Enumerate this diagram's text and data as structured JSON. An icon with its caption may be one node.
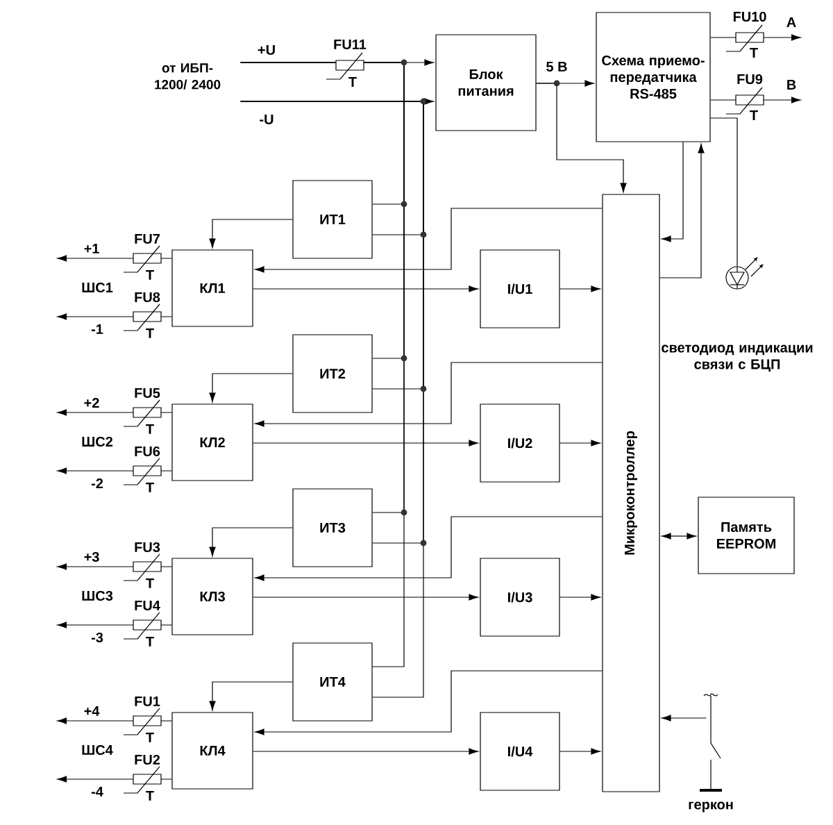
{
  "diagram": {
    "nodes": [
      {
        "text": [
          "от ИБП-1200/ 2400"
        ]
      },
      {
        "text": [
          "Блок питания"
        ]
      },
      {
        "text": [
          "Схема приемо-передатчика RS-485"
        ]
      },
      {
        "text": [
          "Микроконтроллер"
        ]
      },
      {
        "text": [
          "Память EEPROM"
        ]
      },
      {
        "text": [
          "ИТ1"
        ]
      },
      {
        "text": [
          "ИТ2"
        ]
      },
      {
        "text": [
          "ИТ3"
        ]
      },
      {
        "text": [
          "ИТ4"
        ]
      },
      {
        "text": [
          "КЛ1"
        ]
      },
      {
        "text": [
          "КЛ2"
        ]
      },
      {
        "text": [
          "КЛ3"
        ]
      },
      {
        "text": [
          "КЛ4"
        ]
      },
      {
        "text": [
          "I/U1"
        ]
      },
      {
        "text": [
          "I/U2"
        ]
      },
      {
        "text": [
          "I/U3"
        ]
      },
      {
        "text": [
          "I/U4"
        ]
      },
      {
        "text": [],
        "shape": "circle"
      },
      {
        "text": [],
        "shape": "picture"
      }
    ],
    "edges": [
      {
        "from": 0,
        "to": 1,
        "arrow": "to",
        "label": "+U"
      },
      {
        "from": 0,
        "to": 1,
        "arrow": "to",
        "label": "-U"
      },
      {
        "from": 1,
        "to": 2,
        "arrow": "to",
        "label": "5 В"
      },
      {
        "from": 1,
        "to": 3,
        "arrow": "to"
      },
      {
        "from": 2,
        "to": 3,
        "arrow": "to"
      },
      {
        "from": 3,
        "to": 2,
        "arrow": "to"
      },
      {
        "from": 2,
        "to": null,
        "arrow": "to",
        "label": "A"
      },
      {
        "from": 2,
        "to": null,
        "arrow": "to",
        "label": "B"
      },
      {
        "from": 2,
        "to": 17,
        "arrow": "none"
      },
      {
        "from": 3,
        "to": 4,
        "arrow": "both"
      },
      {
        "from": 18,
        "to": 3,
        "arrow": "to"
      },
      {
        "from": 0,
        "to": 5,
        "arrow": "none"
      },
      {
        "from": 0,
        "to": 5,
        "arrow": "none"
      },
      {
        "from": 5,
        "to": 9,
        "arrow": "to"
      },
      {
        "from": 3,
        "to": 9,
        "arrow": "to"
      },
      {
        "from": 9,
        "to": 13,
        "arrow": "to"
      },
      {
        "from": 13,
        "to": 3,
        "arrow": "to"
      },
      {
        "from": 9,
        "to": null,
        "arrow": "to",
        "label": "+1"
      },
      {
        "from": 9,
        "to": null,
        "arrow": "to",
        "label": "-1"
      },
      {
        "from": 0,
        "to": 6,
        "arrow": "none"
      },
      {
        "from": 0,
        "to": 6,
        "arrow": "none"
      },
      {
        "from": 6,
        "to": 10,
        "arrow": "to"
      },
      {
        "from": 3,
        "to": 10,
        "arrow": "to"
      },
      {
        "from": 10,
        "to": 14,
        "arrow": "to"
      },
      {
        "from": 14,
        "to": 3,
        "arrow": "to"
      },
      {
        "from": 10,
        "to": null,
        "arrow": "to",
        "label": "+2"
      },
      {
        "from": 10,
        "to": null,
        "arrow": "to",
        "label": "-2"
      },
      {
        "from": 0,
        "to": 7,
        "arrow": "none"
      },
      {
        "from": 0,
        "to": 7,
        "arrow": "none"
      },
      {
        "from": 7,
        "to": 11,
        "arrow": "to"
      },
      {
        "from": 3,
        "to": 11,
        "arrow": "to"
      },
      {
        "from": 11,
        "to": 15,
        "arrow": "to"
      },
      {
        "from": 15,
        "to": 3,
        "arrow": "to"
      },
      {
        "from": 11,
        "to": null,
        "arrow": "to",
        "label": "+3"
      },
      {
        "from": 11,
        "to": null,
        "arrow": "to",
        "label": "-3"
      },
      {
        "from": 0,
        "to": 8,
        "arrow": "none"
      },
      {
        "from": 0,
        "to": 8,
        "arrow": "none"
      },
      {
        "from": 8,
        "to": 12,
        "arrow": "to"
      },
      {
        "from": 3,
        "to": 12,
        "arrow": "to"
      },
      {
        "from": 12,
        "to": 16,
        "arrow": "to"
      },
      {
        "from": 16,
        "to": 3,
        "arrow": "to"
      },
      {
        "from": 12,
        "to": null,
        "arrow": "to",
        "label": "+4"
      },
      {
        "from": 12,
        "to": null,
        "arrow": "to",
        "label": "-4"
      }
    ],
    "labels": [
      "FU11",
      "T",
      "FU10",
      "T",
      "FU9",
      "T",
      "FU7",
      "T",
      "ШС1",
      "FU8",
      "T",
      "FU5",
      "T",
      "ШС2",
      "FU6",
      "T",
      "FU3",
      "T",
      "ШС3",
      "FU4",
      "T",
      "FU1",
      "T",
      "ШС4",
      "FU2",
      "T",
      "светодиод индикации связи с БЦП",
      "геркон"
    ]
  }
}
